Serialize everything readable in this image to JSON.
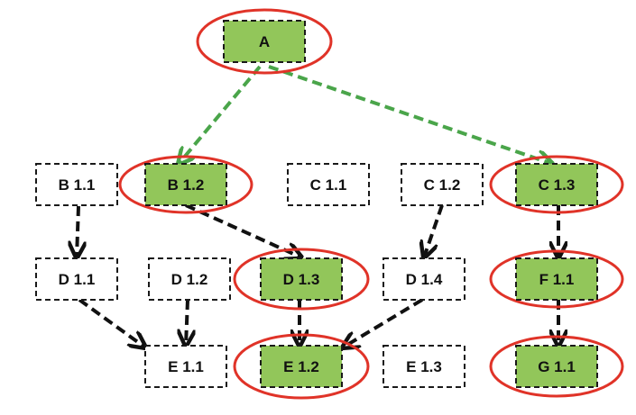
{
  "colors": {
    "selected_fill": "#92c65a",
    "unselected_fill": "#ffffff",
    "node_border": "#1a1a1a",
    "ring": "#e03328",
    "edge_dark": "#111111",
    "edge_green": "#4aa54a"
  },
  "nodes": [
    {
      "id": "A",
      "label": "A",
      "selected": true
    },
    {
      "id": "B11",
      "label": "B 1.1",
      "selected": false
    },
    {
      "id": "B12",
      "label": "B 1.2",
      "selected": true
    },
    {
      "id": "C11",
      "label": "C 1.1",
      "selected": false
    },
    {
      "id": "C12",
      "label": "C 1.2",
      "selected": false
    },
    {
      "id": "C13",
      "label": "C 1.3",
      "selected": true
    },
    {
      "id": "D11",
      "label": "D 1.1",
      "selected": false
    },
    {
      "id": "D12",
      "label": "D 1.2",
      "selected": false
    },
    {
      "id": "D13",
      "label": "D 1.3",
      "selected": true
    },
    {
      "id": "D14",
      "label": "D 1.4",
      "selected": false
    },
    {
      "id": "F11",
      "label": "F 1.1",
      "selected": true
    },
    {
      "id": "E11",
      "label": "E 1.1",
      "selected": false
    },
    {
      "id": "E12",
      "label": "E 1.2",
      "selected": true
    },
    {
      "id": "E13",
      "label": "E 1.3",
      "selected": false
    },
    {
      "id": "G11",
      "label": "G 1.1",
      "selected": true
    }
  ],
  "edges": [
    {
      "from": "A",
      "to": "B12",
      "style": "green"
    },
    {
      "from": "A",
      "to": "C13",
      "style": "green"
    },
    {
      "from": "B11",
      "to": "D11",
      "style": "dark"
    },
    {
      "from": "B12",
      "to": "D13",
      "style": "dark"
    },
    {
      "from": "C12",
      "to": "D14",
      "style": "dark"
    },
    {
      "from": "C13",
      "to": "F11",
      "style": "dark"
    },
    {
      "from": "D11",
      "to": "E11",
      "style": "dark"
    },
    {
      "from": "D12",
      "to": "E11",
      "style": "dark"
    },
    {
      "from": "D13",
      "to": "E12",
      "style": "dark"
    },
    {
      "from": "D14",
      "to": "E12",
      "style": "dark"
    },
    {
      "from": "F11",
      "to": "G11",
      "style": "dark"
    }
  ]
}
